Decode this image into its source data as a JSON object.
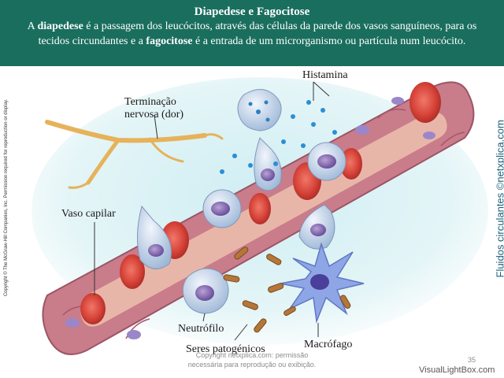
{
  "header": {
    "title": "Diapedese  e Fagocitose",
    "desc_1": "A ",
    "desc_term1": "diapedese",
    "desc_2": " é a passagem dos leucócitos, através das células da parede dos vasos sanguíneos, para os tecidos circundantes e a ",
    "desc_term2": "fagocitose",
    "desc_3": " é a entrada de um microrganismo ou partícula num leucócito."
  },
  "labels": {
    "histamina": "Histamina",
    "terminacao_1": "Terminação",
    "terminacao_2": "nervosa (dor)",
    "vaso_capilar": "Vaso capilar",
    "neutrofilo": "Neutrófilo",
    "seres_patogenicos": "Seres patogénicos",
    "macrofago": "Macrófago"
  },
  "side_copyright": "Copyright © The McGraw-Hill Companies, Inc. Permission required for reproduction or display.",
  "side_site": "Fluidos circulantes ©netxplica.com",
  "watermark_1": "Copyright netxplica.com: permissão",
  "watermark_2": "necessária para reprodução ou exibição.",
  "page_number": "35",
  "footer_brand": "VisualLightBox.com",
  "colors": {
    "header_bg": "#1a6e5e",
    "vessel_wall": "#c97c8a",
    "vessel_lumen": "#e8b6a8",
    "rbc": "#d8443a",
    "wbc": "#c9d9ec",
    "tissue_bg": "#d6eef2",
    "nerve": "#e6b25a",
    "macrophage": "#8fa6e6"
  },
  "icons": [
    "nerve-ending-icon",
    "histamine-granule-icon",
    "neutrophil-icon",
    "red-blood-cell-icon",
    "macrophage-icon",
    "pathogen-icon"
  ]
}
